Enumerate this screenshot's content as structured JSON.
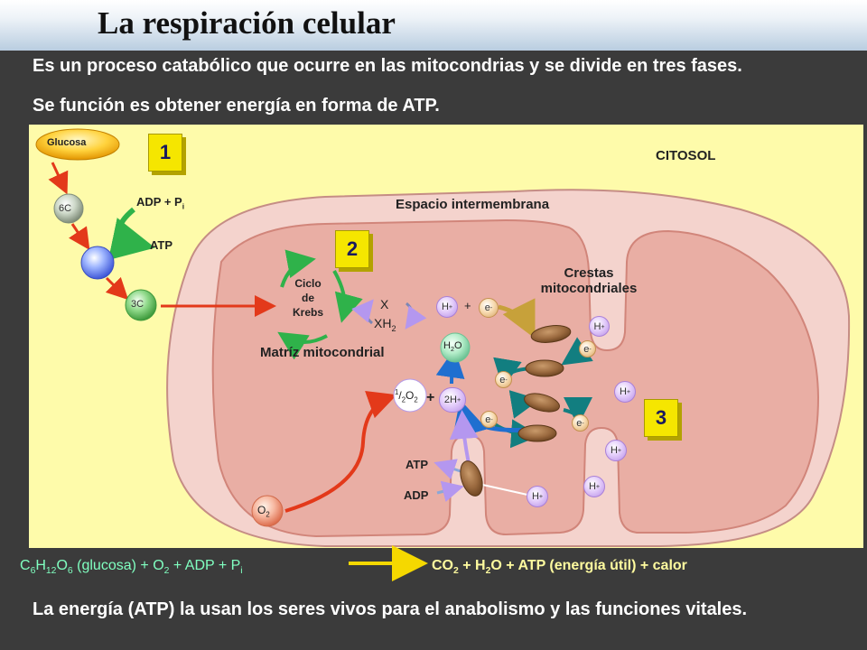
{
  "title": "La respiración celular",
  "intro": {
    "line1": "Es un proceso catabólico que ocurre en las mitocondrias y se divide en tres fases.",
    "line2": "Se función es obtener energía en forma de ATP."
  },
  "diagram": {
    "glucosa": "Glucosa",
    "six_c": "6C",
    "three_c": "3C",
    "adp_pi": "ADP + P",
    "pi_sub": "i",
    "atp_top": "ATP",
    "phase1": "1",
    "phase2": "2",
    "phase3": "3",
    "citosol": "CITOSOL",
    "espacio": "Espacio intermembrana",
    "crestas_line1": "Crestas",
    "crestas_line2": "mitocondriales",
    "ciclo_line1": "Ciclo",
    "ciclo_line2": "de",
    "ciclo_line3": "Krebs",
    "matriz": "Matríz mitocondrial",
    "x_label": "X",
    "xh2_label": "XH",
    "h_ion": "H",
    "ion_sup": "+",
    "e_label": "e",
    "e_sup": "-",
    "plus": "+",
    "h2o_h": "H",
    "h2o_o": "O",
    "two": "2",
    "half_o2_num": "1",
    "half_o2_den": "2",
    "o_label": "O",
    "two_h": "2H",
    "atp_bottom": "ATP",
    "adp_bottom": "ADP"
  },
  "equation": {
    "left_parts": [
      "C",
      "6",
      "H",
      "12",
      "O",
      "6",
      " (glucosa) + O",
      "2",
      " + ADP + P",
      "i"
    ],
    "right_parts": [
      "CO",
      "2",
      " + H",
      "2",
      "O + ATP (energía útil) + calor"
    ]
  },
  "conclusion": "La energía (ATP) la usan los seres vivos para el anabolismo y las funciones vitales.",
  "colors": {
    "panel": "#fefbaa",
    "mito_outer": "#f4d3cd",
    "mito_matrix": "#e9aea4",
    "arrow_red": "#e3391a",
    "eq_left": "#80ffc0",
    "eq_right": "#fffb9f",
    "phase_box": "#f5e600"
  }
}
